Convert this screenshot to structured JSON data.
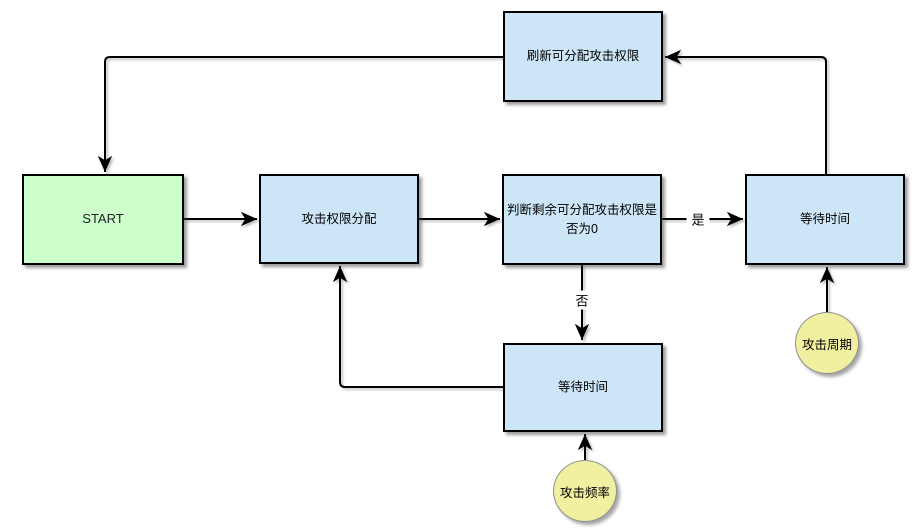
{
  "diagram": {
    "type": "flowchart",
    "colors": {
      "process_fill": "#cde6f7",
      "process_border": "#000000",
      "start_fill": "#ccffcc",
      "event_fill": "#f0f0a0",
      "event_border": "#8f8f8f",
      "connector": "#000000"
    },
    "nodes": {
      "refresh_permissions": {
        "label": "刷新可分配攻击权限",
        "type": "process"
      },
      "start": {
        "label": "START",
        "type": "start"
      },
      "allocate_permissions": {
        "label": "攻击权限分配",
        "type": "process"
      },
      "check_remaining_zero": {
        "label": "判断剩余可分配攻击权限是否为0",
        "type": "process"
      },
      "wait_time_right": {
        "label": "等待时间",
        "type": "process"
      },
      "wait_time_bottom": {
        "label": "等待时间",
        "type": "process"
      },
      "attack_cycle": {
        "label": "攻击周期",
        "type": "event"
      },
      "attack_frequency": {
        "label": "攻击频率",
        "type": "event"
      }
    },
    "edge_labels": {
      "yes": "是",
      "no": "否"
    }
  }
}
